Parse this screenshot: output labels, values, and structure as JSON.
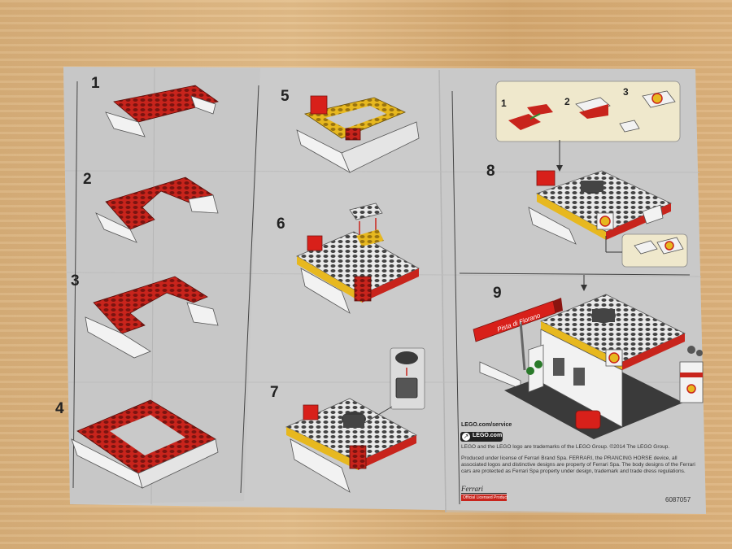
{
  "steps": {
    "s1": "1",
    "s2": "2",
    "s3": "3",
    "s4": "4",
    "s5": "5",
    "s6": "6",
    "s7": "7",
    "s8": "8",
    "s9": "9"
  },
  "substeps": {
    "a": "1",
    "b": "2",
    "c": "3"
  },
  "sign_label": "Pista di Fiorano",
  "footer": {
    "service_url": "LEGO.com/service",
    "lego_com": "LEGO.com",
    "trademark": "LEGO and the LEGO logo are trademarks of the LEGO Group. ©2014 The LEGO Group.",
    "license": "Produced under license of Ferrari Brand Spa. FERRARI, the PRANCING HORSE device, all associated logos and distinctive designs are property of Ferrari Spa. The body designs of the Ferrari cars are protected as Ferrari Spa property under design, trademark and trade dress regulations.",
    "ferrari": "Ferrari",
    "official": "Official Licensed Product",
    "code": "6087057"
  },
  "colors": {
    "paper": "#c9c9c9",
    "brick_red": "#c8241c",
    "brick_white": "#f2f2f2",
    "brick_yellow": "#e7b81f",
    "brick_dark": "#3a3a3a"
  }
}
